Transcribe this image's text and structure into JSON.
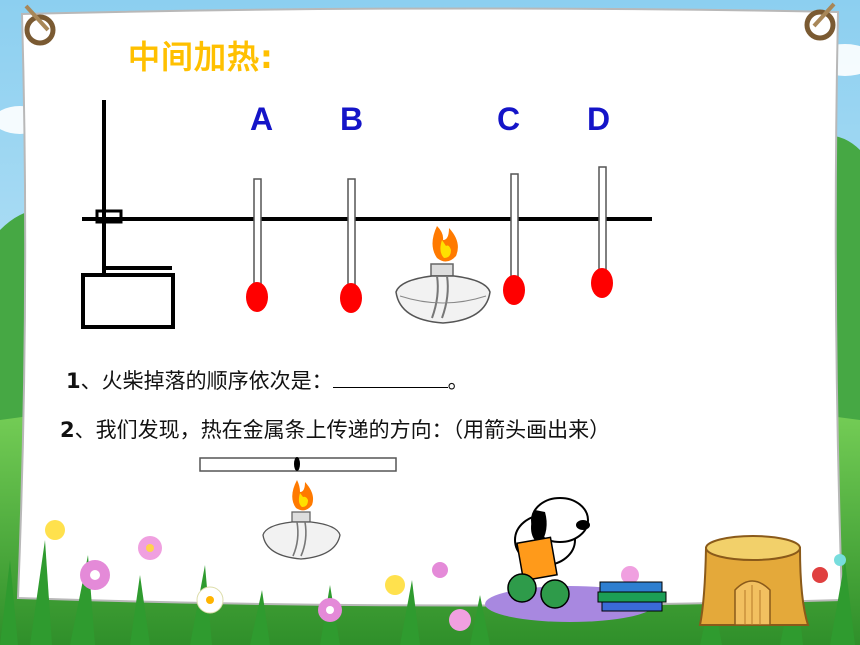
{
  "title": "中间加热:",
  "labels": [
    "A",
    "B",
    "C",
    "D"
  ],
  "question1": {
    "number": "1",
    "text": "、火柴掉落的顺序依次是：",
    "suffix": "。"
  },
  "question2": {
    "number": "2",
    "text": "、我们发现，热在金属条上传递的方向：（用箭头画出来）"
  },
  "colors": {
    "title": "#ffc000",
    "labels": "#1414c8",
    "match_head": "#ff0000",
    "sky": "#bfe3f7",
    "grass": "#3aa53a"
  }
}
